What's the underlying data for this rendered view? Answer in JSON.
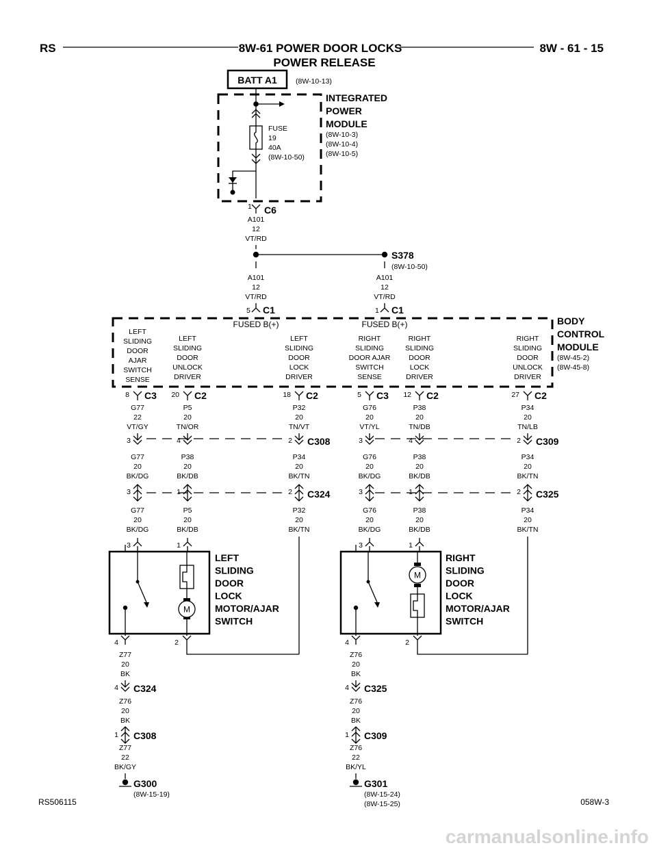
{
  "header": {
    "left": "RS",
    "title_line1": "8W-61 POWER DOOR LOCKS",
    "title_line2": "POWER RELEASE",
    "right": "8W - 61 - 15"
  },
  "footer": {
    "left": "RS506115",
    "right": "058W-3"
  },
  "batt": {
    "label": "BATT A1",
    "ref": "(8W-10-13)"
  },
  "ipm": {
    "name_lines": [
      "INTEGRATED",
      "POWER",
      "MODULE"
    ],
    "refs": [
      "(8W-10-3)",
      "(8W-10-4)",
      "(8W-10-5)"
    ],
    "fuse_lines": [
      "FUSE",
      "19",
      "40A",
      "(8W-10-50)"
    ],
    "connector": "C6",
    "pin": "1"
  },
  "wire_a101_top": [
    "A101",
    "12",
    "VT/RD"
  ],
  "splice": {
    "name": "S378",
    "ref": "(8W-10-50)"
  },
  "wire_a101_left": [
    "A101",
    "12",
    "VT/RD"
  ],
  "wire_a101_right": [
    "A101",
    "12",
    "VT/RD"
  ],
  "bcm": {
    "name_lines": [
      "BODY",
      "CONTROL",
      "MODULE"
    ],
    "refs": [
      "(8W-45-2)",
      "(8W-45-8)"
    ],
    "inputs": [
      {
        "pin": "5",
        "conn": "C1",
        "label": "FUSED B(+)"
      },
      {
        "pin": "1",
        "conn": "C1",
        "label": "FUSED B(+)"
      }
    ],
    "functions": [
      [
        "LEFT",
        "SLIDING",
        "DOOR",
        "AJAR",
        "SWITCH",
        "SENSE"
      ],
      [
        "LEFT",
        "SLIDING",
        "DOOR",
        "UNLOCK",
        "DRIVER"
      ],
      [
        "LEFT",
        "SLIDING",
        "DOOR",
        "LOCK",
        "DRIVER"
      ],
      [
        "RIGHT",
        "SLIDING",
        "DOOR AJAR",
        "SWITCH",
        "SENSE"
      ],
      [
        "RIGHT",
        "SLIDING",
        "DOOR",
        "LOCK",
        "DRIVER"
      ],
      [
        "RIGHT",
        "SLIDING",
        "DOOR",
        "UNLOCK",
        "DRIVER"
      ]
    ]
  },
  "circuits": [
    {
      "p1": "8",
      "c1": "C3",
      "w1": [
        "G77",
        "22",
        "VT/GY"
      ],
      "p2": "3",
      "c2": "",
      "w2": [
        "G77",
        "20",
        "BK/DG"
      ],
      "p3": "3",
      "c3": "",
      "w3": [
        "G77",
        "20",
        "BK/DG"
      ],
      "p4": "3"
    },
    {
      "p1": "20",
      "c1": "C2",
      "w1": [
        "P5",
        "20",
        "TN/OR"
      ],
      "p2": "4",
      "c2": "",
      "w2": [
        "P38",
        "20",
        "BK/DB"
      ],
      "p3": "1",
      "c3": "",
      "w3": [
        "P5",
        "20",
        "BK/DB"
      ],
      "p4": "1"
    },
    {
      "p1": "18",
      "c1": "C2",
      "w1": [
        "P32",
        "20",
        "TN/VT"
      ],
      "p2": "2",
      "c2": "C308",
      "w2": [
        "P34",
        "20",
        "BK/TN"
      ],
      "p3": "2",
      "c3": "C324",
      "w3": [
        "P32",
        "20",
        "BK/TN"
      ],
      "p4": ""
    },
    {
      "p1": "5",
      "c1": "C3",
      "w1": [
        "G76",
        "20",
        "VT/YL"
      ],
      "p2": "3",
      "c2": "",
      "w2": [
        "G76",
        "20",
        "BK/DG"
      ],
      "p3": "3",
      "c3": "",
      "w3": [
        "G76",
        "20",
        "BK/DG"
      ],
      "p4": "3"
    },
    {
      "p1": "12",
      "c1": "C2",
      "w1": [
        "P38",
        "20",
        "TN/DB"
      ],
      "p2": "4",
      "c2": "",
      "w2": [
        "P38",
        "20",
        "BK/DB"
      ],
      "p3": "1",
      "c3": "",
      "w3": [
        "P38",
        "20",
        "BK/DB"
      ],
      "p4": "1"
    },
    {
      "p1": "27",
      "c1": "C2",
      "w1": [
        "P34",
        "20",
        "TN/LB"
      ],
      "p2": "2",
      "c2": "C309",
      "w2": [
        "P34",
        "20",
        "BK/TN"
      ],
      "p3": "2",
      "c3": "C325",
      "w3": [
        "P34",
        "20",
        "BK/TN"
      ],
      "p4": ""
    }
  ],
  "motors": [
    {
      "name_lines": [
        "LEFT",
        "SLIDING",
        "DOOR",
        "LOCK",
        "MOTOR/AJAR",
        "SWITCH"
      ],
      "motor_label": "M",
      "pin_bl": "4",
      "pin_br": "2",
      "w4": [
        "Z77",
        "20",
        "BK"
      ],
      "p5": "4",
      "c5": "C324",
      "w5": [
        "Z76",
        "20",
        "BK"
      ],
      "p6": "1",
      "c6": "C308",
      "w6": [
        "Z77",
        "22",
        "BK/GY"
      ],
      "ground": "G300",
      "ground_refs": [
        "(8W-15-19)"
      ]
    },
    {
      "name_lines": [
        "RIGHT",
        "SLIDING",
        "DOOR",
        "LOCK",
        "MOTOR/AJAR",
        "SWITCH"
      ],
      "motor_label": "M",
      "pin_bl": "4",
      "pin_br": "2",
      "w4": [
        "Z76",
        "20",
        "BK"
      ],
      "p5": "4",
      "c5": "C325",
      "w5": [
        "Z76",
        "20",
        "BK"
      ],
      "p6": "1",
      "c6": "C309",
      "w6": [
        "Z76",
        "22",
        "BK/YL"
      ],
      "ground": "G301",
      "ground_refs": [
        "(8W-15-24)",
        "(8W-15-25)"
      ]
    }
  ],
  "watermark": "carmanualsonline.info"
}
